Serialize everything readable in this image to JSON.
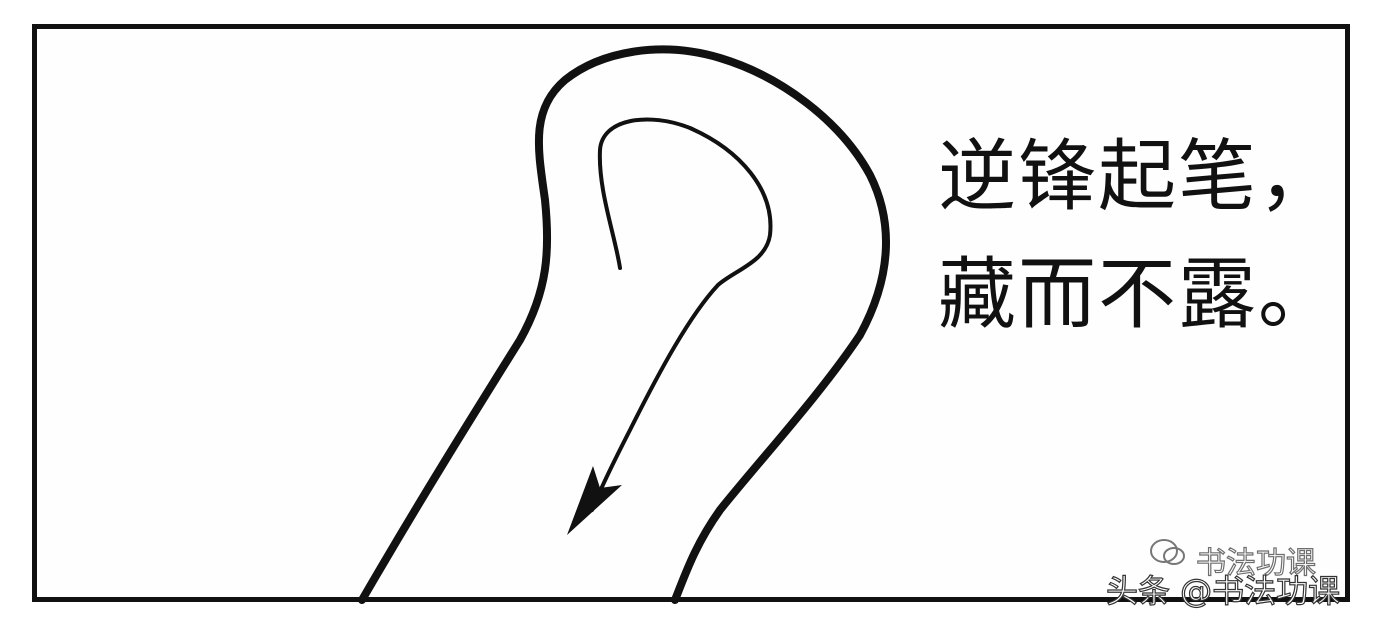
{
  "caption": {
    "line1": "逆锋起笔，",
    "line2": "藏而不露。"
  },
  "watermarks": {
    "wechat_account": "书法功课",
    "toutiao": "头条 @书法功课"
  },
  "icons": {
    "arrow": "arrow-down-left-icon",
    "wechat": "wechat-icon"
  },
  "colors": {
    "ink": "#111111",
    "background": "#ffffff"
  }
}
